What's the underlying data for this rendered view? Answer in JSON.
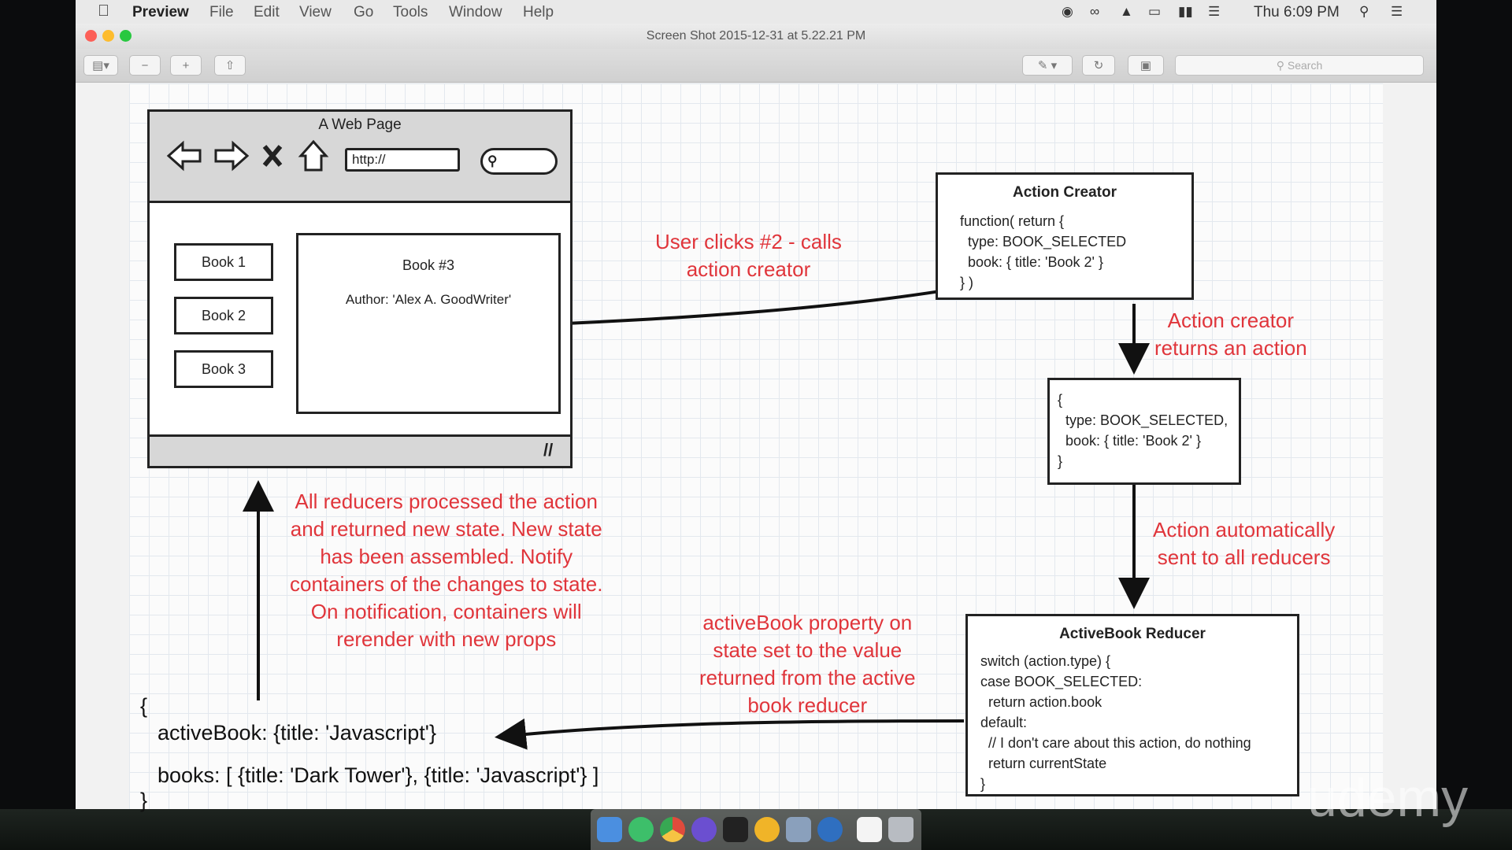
{
  "menubar": {
    "items": [
      "Preview",
      "File",
      "Edit",
      "View",
      "Go",
      "Tools",
      "Window",
      "Help"
    ],
    "clock": "Thu 6:09 PM"
  },
  "window": {
    "title": "Screen Shot 2015-12-31 at 5.22.21 PM",
    "search_placeholder": "Search"
  },
  "mockup": {
    "title": "A Web Page",
    "url": "http://",
    "books": [
      "Book 1",
      "Book 2",
      "Book 3"
    ],
    "detail_title": "Book #3",
    "detail_author": "Author: 'Alex A. GoodWriter'"
  },
  "action_creator": {
    "title": "Action Creator",
    "code": "function( return {\n  type: BOOK_SELECTED\n  book: { title: 'Book 2' }\n} )"
  },
  "action_object": {
    "code": "{\n  type: BOOK_SELECTED,\n  book: { title: 'Book 2' }\n}"
  },
  "reducer": {
    "title": "ActiveBook Reducer",
    "code": "switch (action.type) {\ncase BOOK_SELECTED:\n  return action.book\ndefault:\n  // I don't care about this action, do nothing\n  return currentState\n}"
  },
  "annotations": {
    "user_clicks": [
      "User clicks #2 - calls",
      "action creator"
    ],
    "returns_action": [
      "Action creator",
      "returns an action"
    ],
    "sent_to_reducers": [
      "Action automatically",
      "sent to all reducers"
    ],
    "active_book_set": [
      "activeBook property on",
      "state set to the value",
      "returned from the active",
      "book reducer"
    ],
    "reducers_processed": [
      "All reducers processed the action",
      "and returned new state.  New state",
      "has been assembled.  Notify",
      "containers of the changes to state.",
      "On notification, containers will",
      "rerender with new props"
    ]
  },
  "state": {
    "open": "{",
    "active_book": "activeBook: {title: 'Javascript'}",
    "books": "books: [ {title: 'Dark Tower'}, {title: 'Javascript'} ]",
    "close": "}"
  },
  "watermark": "udemy",
  "colors": {
    "annotation": "#e0353b",
    "grid": "#e3e8ee",
    "close": "#fc5f57",
    "minimize": "#fdbc2e",
    "zoom": "#28c840"
  }
}
